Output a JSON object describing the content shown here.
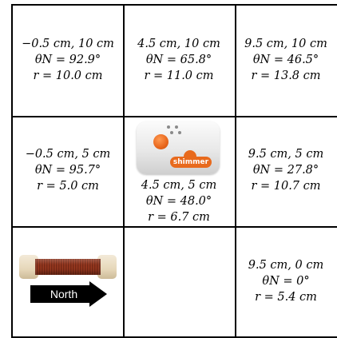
{
  "cells": [
    {
      "pos": "−0.5 cm, 10 cm",
      "theta": "θN = 92.9°",
      "r": "r = 10.0 cm"
    },
    {
      "pos": "4.5 cm, 10 cm",
      "theta": "θN = 65.8°",
      "r": "r = 11.0 cm"
    },
    {
      "pos": "9.5 cm, 10 cm",
      "theta": "θN = 46.5°",
      "r": "r = 13.8 cm"
    },
    {
      "pos": "−0.5 cm, 5 cm",
      "theta": "θN = 95.7°",
      "r": "r = 5.0 cm"
    },
    {
      "pos": "4.5 cm, 5 cm",
      "theta": "θN = 48.0°",
      "r": "r = 6.7 cm"
    },
    {
      "pos": "9.5 cm, 5 cm",
      "theta": "θN = 27.8°",
      "r": "r = 10.7 cm"
    },
    {
      "pos": "9.5 cm, 0 cm",
      "theta": "θN = 0°",
      "r": "r = 5.4 cm"
    }
  ],
  "device": {
    "brand": "shimmer"
  },
  "arrow": {
    "label": "North"
  },
  "colors": {
    "device_orange": "#e86a1d",
    "coil_copper": "#8b321b",
    "grid_line": "#000000"
  }
}
